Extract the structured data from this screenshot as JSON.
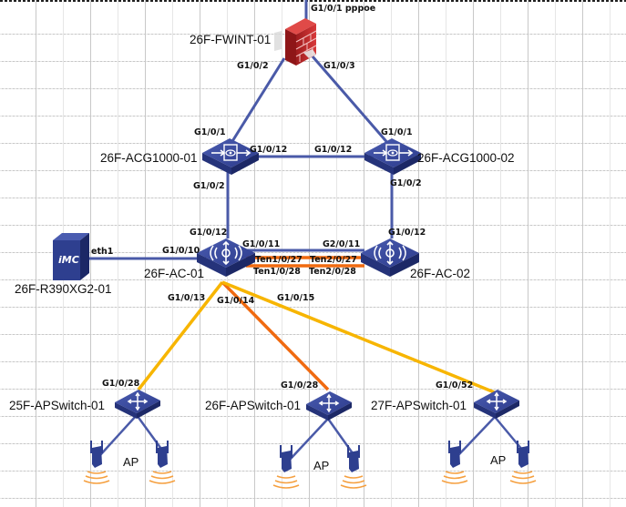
{
  "diagram": {
    "title": "Network topology",
    "colors": {
      "link_standard": "#4a5aa8",
      "link_orange": "#f06a10",
      "link_yellow": "#f7b500",
      "device_blue": "#2e3f8f",
      "firewall_red": "#c0282a",
      "wifi_orange": "#f5a040"
    },
    "devices": {
      "firewall": {
        "name": "26F-FWINT-01",
        "icon": "firewall-icon",
        "uplink_port": "G1/0/1 pppoe",
        "ports": [
          "G1/0/2",
          "G1/0/3"
        ]
      },
      "acg1": {
        "name": "26F-ACG1000-01",
        "icon": "acg-gateway-icon",
        "ports": {
          "up": "G1/0/1",
          "right": "G1/0/12",
          "down": "G1/0/2"
        }
      },
      "acg2": {
        "name": "26F-ACG1000-02",
        "icon": "acg-gateway-icon",
        "ports": {
          "up": "G1/0/1",
          "left": "G1/0/12",
          "down": "G1/0/2"
        }
      },
      "server": {
        "name": "26F-R390XG2-01",
        "icon": "imc-server-icon",
        "badge": "iMC",
        "port": "eth1"
      },
      "ac1": {
        "name": "26F-AC-01",
        "icon": "wireless-controller-icon",
        "ports": {
          "up": "G1/0/12",
          "left": "G1/0/10",
          "right": "G1/0/11",
          "ten1": "Ten1/0/27",
          "ten2": "Ten1/0/28",
          "down1": "G1/0/13",
          "down2": "G1/0/14",
          "down3": "G1/0/15"
        }
      },
      "ac2": {
        "name": "26F-AC-02",
        "icon": "wireless-controller-icon",
        "ports": {
          "up": "G1/0/12",
          "left": "G2/0/11",
          "ten1": "Ten2/0/27",
          "ten2": "Ten2/0/28"
        }
      },
      "sw25": {
        "name": "25F-APSwitch-01",
        "icon": "switch-icon",
        "port": "G1/0/28"
      },
      "sw26": {
        "name": "26F-APSwitch-01",
        "icon": "switch-icon",
        "port": "G1/0/28"
      },
      "sw27": {
        "name": "27F-APSwitch-01",
        "icon": "switch-icon",
        "port": "G1/0/52"
      }
    },
    "ap_label": "AP",
    "ap_groups": [
      {
        "floor": "25F",
        "label": "AP"
      },
      {
        "floor": "26F",
        "label": "AP"
      },
      {
        "floor": "27F",
        "label": "AP"
      }
    ]
  }
}
